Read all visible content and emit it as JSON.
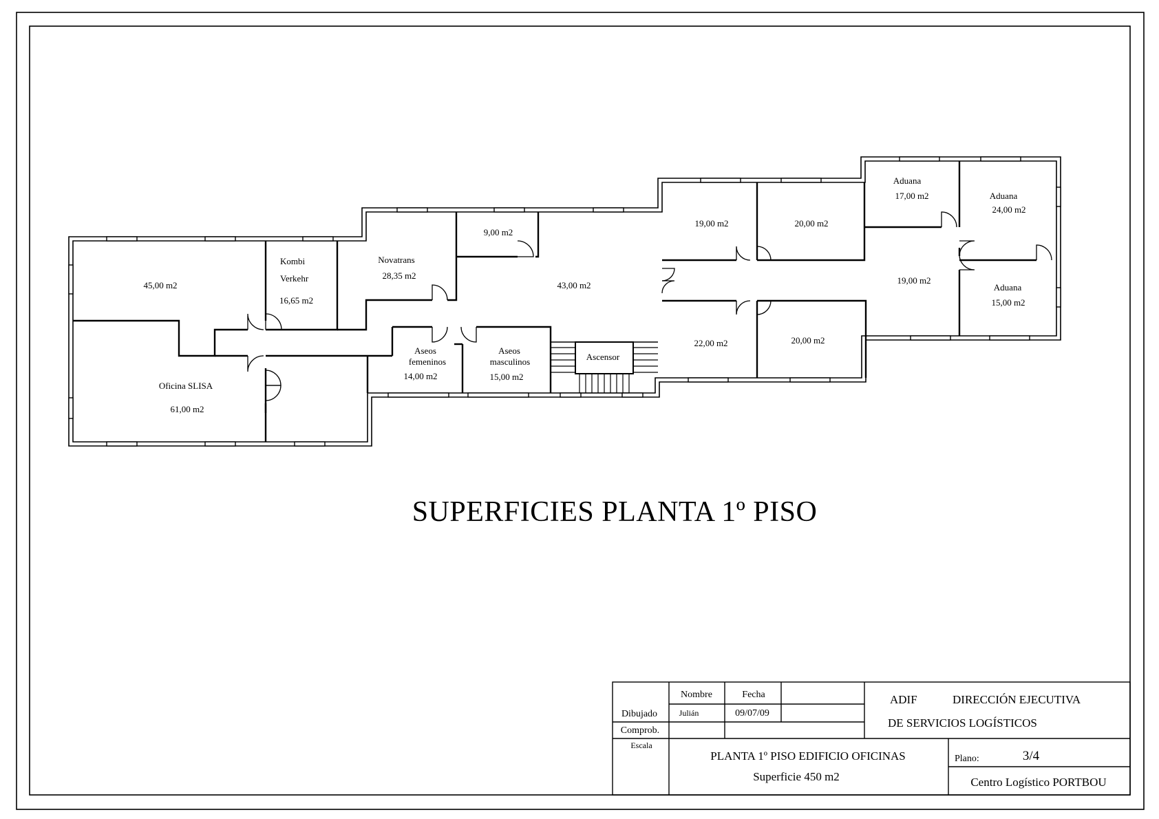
{
  "drawing_title": "SUPERFICIES PLANTA 1º PISO",
  "rooms": [
    {
      "id": "r45",
      "lines": [
        "45,00 m2"
      ]
    },
    {
      "id": "kombi",
      "lines": [
        "Kombi",
        "Verkehr",
        "16,65 m2"
      ]
    },
    {
      "id": "novatrans",
      "lines": [
        "Novatrans",
        "28,35 m2"
      ]
    },
    {
      "id": "r9",
      "lines": [
        "9,00 m2"
      ]
    },
    {
      "id": "r43",
      "lines": [
        "43,00 m2"
      ]
    },
    {
      "id": "slisa",
      "lines": [
        "Oficina SLISA",
        "61,00 m2"
      ]
    },
    {
      "id": "aseos-fem",
      "lines": [
        "Aseos",
        "femeninos",
        "14,00 m2"
      ]
    },
    {
      "id": "aseos-masc",
      "lines": [
        "Aseos",
        "masculinos",
        "15,00 m2"
      ]
    },
    {
      "id": "ascensor",
      "lines": [
        "Ascensor"
      ]
    },
    {
      "id": "r19a",
      "lines": [
        "19,00 m2"
      ]
    },
    {
      "id": "r20a",
      "lines": [
        "20,00 m2"
      ]
    },
    {
      "id": "r22",
      "lines": [
        "22,00 m2"
      ]
    },
    {
      "id": "r20b",
      "lines": [
        "20,00 m2"
      ]
    },
    {
      "id": "aduana17",
      "lines": [
        "Aduana",
        "17,00 m2"
      ]
    },
    {
      "id": "aduana24",
      "lines": [
        "Aduana",
        "24,00 m2"
      ]
    },
    {
      "id": "r19b",
      "lines": [
        "19,00 m2"
      ]
    },
    {
      "id": "aduana15",
      "lines": [
        "Aduana",
        "15,00 m2"
      ]
    }
  ],
  "title_block": {
    "col_nombre": "Nombre",
    "col_fecha": "Fecha",
    "row_dibujado": "Dibujado",
    "row_comprob": "Comprob.",
    "row_escala": "Escala",
    "dibujado_nombre": "Julián",
    "dibujado_fecha": "09/07/09",
    "org": "ADIF",
    "org_dept_line1": "DIRECCIÓN EJECUTIVA",
    "org_dept_line2": "DE SERVICIOS LOGÍSTICOS",
    "plan_title": "PLANTA 1º PISO EDIFICIO OFICINAS",
    "plan_subtitle": "Superficie 450 m2",
    "plano_label": "Plano:",
    "plano_value": "3/4",
    "location": "Centro Logístico PORTBOU"
  }
}
